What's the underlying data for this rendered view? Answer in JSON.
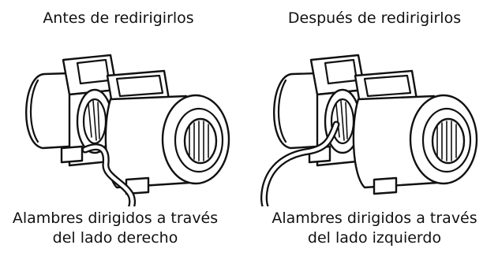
{
  "before": {
    "title": "Antes de redirigirlos",
    "caption_line1": "Alambres dirigidos a través",
    "caption_line2": "del lado derecho"
  },
  "after": {
    "title": "Después de redirigirlos",
    "caption_line1": "Alambres dirigidos a través",
    "caption_line2": "del lado izquierdo"
  }
}
